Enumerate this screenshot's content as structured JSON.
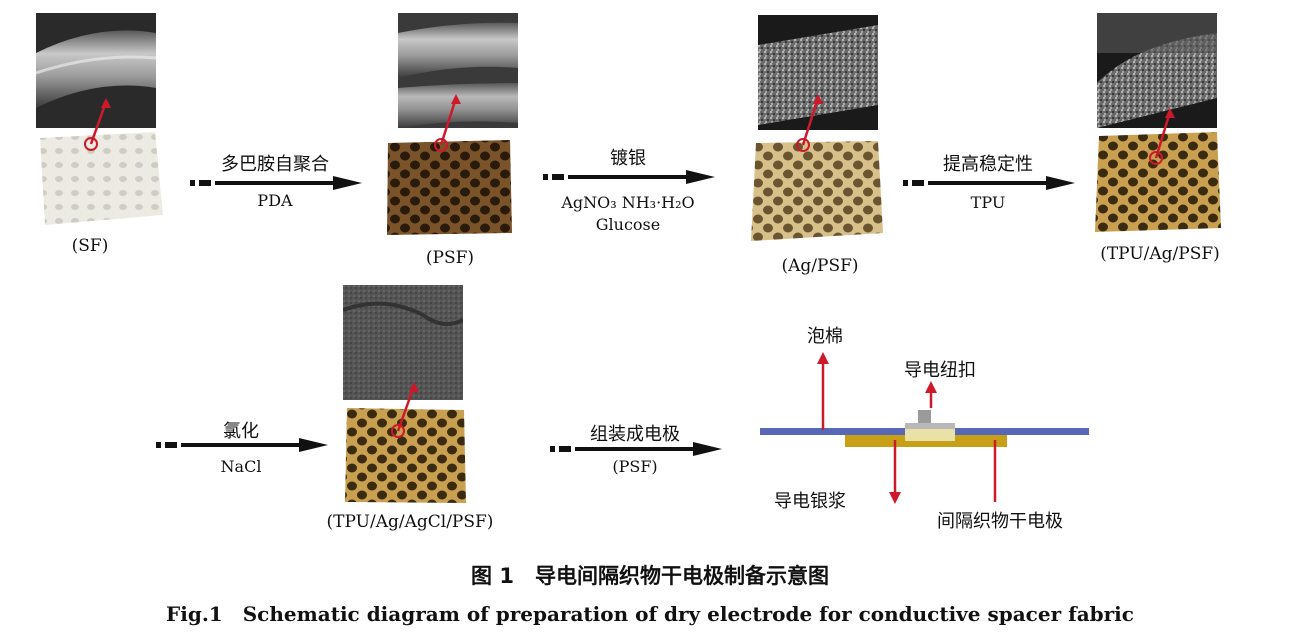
{
  "samples": {
    "sf": "(SF)",
    "psf": "(PSF)",
    "ag_psf": "(Ag/PSF)",
    "tpu_ag_psf": "(TPU/Ag/PSF)",
    "tpu_ag_agcl_psf": "(TPU/Ag/AgCl/PSF)"
  },
  "steps": {
    "pda": {
      "top": "多巴胺自聚合",
      "bottom": [
        "PDA"
      ]
    },
    "silver": {
      "top": "镀银",
      "bottom": [
        "AgNO₃ NH₃·H₂O",
        "Glucose"
      ]
    },
    "tpu": {
      "top": "提高稳定性",
      "bottom": [
        "TPU"
      ]
    },
    "chlorination": {
      "top": "氯化",
      "bottom": [
        "NaCl"
      ]
    },
    "assembly": {
      "top": "组装成电极",
      "bottom": [
        "(PSF)"
      ]
    }
  },
  "electrode": {
    "foam": "泡棉",
    "button": "导电纽扣",
    "paste": "导电银浆",
    "fabric": "间隔织物干电极"
  },
  "caption": {
    "cn": "图 1　导电间隔织物干电极制备示意图",
    "en": "Fig.1　Schematic diagram of preparation of dry electrode for conductive spacer fabric"
  },
  "colors": {
    "accent_red": "#cc1a2a",
    "foam_blue": "#5868b8",
    "paste_gold": "#c8a018",
    "button_gray": "#9a9a9a"
  }
}
